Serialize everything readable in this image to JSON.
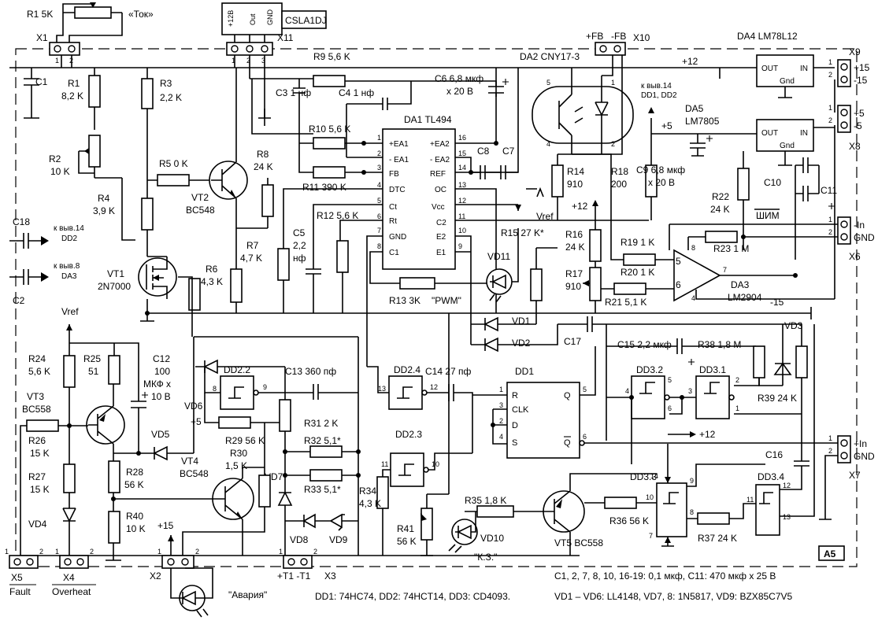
{
  "labels": {
    "r1": "R1 5K",
    "tok": "«Ток»",
    "x1": "X1",
    "x11": "X11",
    "x9": "X9",
    "x8": "X8",
    "x10": "X10",
    "x6": "X6",
    "x7": "X7",
    "x5": "X5",
    "x4": "X4",
    "x2": "X2",
    "x3": "X3",
    "csla": "CSLA1DJ",
    "p12b": "+12B",
    "out": "Out",
    "gnd_v": "GND",
    "r9": "R9 5,6 K",
    "da2": "DA2 CNY17-3",
    "fb_p": "+FB",
    "fb_m": "-FB",
    "da4": "DA4 LM78L12",
    "c1": "C1",
    "r1b": "R1",
    "r1v": "8,2 K",
    "r3": "R3",
    "r3v": "2,2 K",
    "c3": "C3 1 нф",
    "c4": "C4 1 нф",
    "c6": "C6 6,8 мкф",
    "c6v": "x 20 B",
    "da1": "DA1 TL494",
    "r10": "R10 5,6 K",
    "r11": "R11 390 K",
    "r2": "R2",
    "r2v": "10 K",
    "r5": "R5 0 K",
    "vt2": "VT2",
    "vt2v": "BC548",
    "r8": "R8",
    "r8v": "24 K",
    "r4": "R4",
    "r4v": "3,9 K",
    "p_ea1p": "+EA1",
    "p_ea1m": "- EA1",
    "p_fb": "FB",
    "p_dtc": "DTC",
    "p_ct": "Ct",
    "p_rt": "Rt",
    "p_gnd": "GND",
    "p_c1": "C1",
    "p_ea2p": "+EA2",
    "p_ea2m": "- EA2",
    "p_ref": "REF",
    "p_oc": "OC",
    "p_vcc": "Vcc",
    "p_c2": "C2",
    "p_e2": "E2",
    "p_e1": "E1",
    "n1": "1",
    "n2": "2",
    "n3": "3",
    "n4": "4",
    "n5": "5",
    "n6": "6",
    "n7": "7",
    "n8": "8",
    "n9": "9",
    "n10": "10",
    "n11": "11",
    "n12": "12",
    "n13": "13",
    "n14": "14",
    "n15": "15",
    "n16": "16",
    "c8": "C8",
    "c7": "C7",
    "vref": "Vref",
    "r15": "R15 27 K*",
    "c18": "C18",
    "dd2_14": "к выв.14",
    "dd2": "DD2",
    "c2": "C2",
    "da3_8": "к выв.8",
    "da3": "DA3",
    "vt1": "VT1",
    "vt1v": "2N7000",
    "r7": "R7",
    "r7v": "4,7 K",
    "r6": "R6",
    "r6v": "4,3 K",
    "c5": "C5",
    "c5v": "2,2",
    "c5u": "нф",
    "r12": "R12 5,6 K",
    "r13": "R13 3K",
    "pwm": "\"PWM\"",
    "vd11": "VD11",
    "r14": "R14",
    "r14v": "910",
    "r18": "R18",
    "r18v": "200",
    "c9": "C9 6,8 мкф",
    "c9v": "x 20 B",
    "dd1dd2": "к выв.14",
    "dd1dd2b": "DD1, DD2",
    "da5": "DA5",
    "da5v": "LM7805",
    "p15": "+15",
    "m15": "-15",
    "p5": "+5",
    "m5": "-5",
    "p12": "+12",
    "p5b": "+5",
    "outl": "OUT",
    "inl": "IN",
    "gndl": "Gnd",
    "r22": "R22",
    "r22v": "24 K",
    "c10": "C10",
    "c11": "C11",
    "shim": "ШИМ",
    "in_m": "-In",
    "gnd": "GND",
    "r16": "R16",
    "r16v": "24 K",
    "r19": "R19 1 K",
    "r23": "R23 1 M",
    "r17": "R17",
    "r17v": "910",
    "r20": "R20 1 K",
    "r21": "R21 5,1 K",
    "da3b": "DA3",
    "da3v": "LM2904",
    "vd1": "VD1",
    "vd2": "VD2",
    "vd3": "VD3",
    "c17": "C17",
    "c15": "C15 2,2 мкф",
    "r38": "R38 1,8 M",
    "vref2": "Vref",
    "r24": "R24",
    "r24v": "5,6 K",
    "r25": "R25",
    "r25v": "51",
    "c12": "C12",
    "c12v": "100",
    "c12u": "МКФ x",
    "c12w": "10 B",
    "dd22": "DD2.2",
    "c13": "C13 360 пф",
    "dd24": "DD2.4",
    "c14": "C14 27 пф",
    "dd1": "DD1",
    "dd32": "DD3.2",
    "dd31": "DD3.1",
    "r39": "R39 24 K",
    "vt3": "VT3",
    "vt3v": "BC558",
    "r26": "R26",
    "r26v": "15 K",
    "vd6": "VD6",
    "vd5": "VD5",
    "p5c": "+5",
    "r29": "R29 56 K",
    "r31": "R31 2 K",
    "r32": "R32 5,1*",
    "r33": "R33 5,1*",
    "dd23": "DD2.3",
    "p_r": "R",
    "p_clk": "CLK",
    "p_d": "D",
    "p_s": "S",
    "p_q": "Q",
    "p_qn": "Q",
    "p12c": "+12",
    "in_p": "+In",
    "c16": "C16",
    "r27": "R27",
    "r27v": "15 K",
    "r28": "R28",
    "r28v": "56 K",
    "vt4": "VT4",
    "vt4v": "BC548",
    "r30": "R30",
    "r30v": "1,5 K",
    "vd7": "VD7",
    "r34": "R34",
    "r34v": "4,3 K",
    "r35": "R35 1,8 K",
    "dd33": "DD3.3",
    "dd34": "DD3.4",
    "vd4": "VD4",
    "r40": "R40",
    "r40v": "10 K",
    "p15b": "+15",
    "vd8": "VD8",
    "vd9": "VD9",
    "r41": "R41",
    "r41v": "56 K",
    "vd10": "VD10",
    "vt5": "VT5 BC558",
    "r36": "R36 56 K",
    "r37": "R37 24 K",
    "kz": "\"К.З.\"",
    "a5": "A5",
    "fault": "Fault",
    "overheat": "Overheat",
    "avaria": "\"Авария\"",
    "t1": "+T1  -T1",
    "note1": "C1, 2, 7, 8, 10, 16-19: 0,1 мкф, C11: 470 мкф x 25 B",
    "note2": "DD1: 74HC74, DD2: 74HCT14, DD3: CD4093.",
    "note3": "VD1 – VD6: LL4148, VD7, 8: 1N5817, VD9: BZX85C7V5"
  }
}
